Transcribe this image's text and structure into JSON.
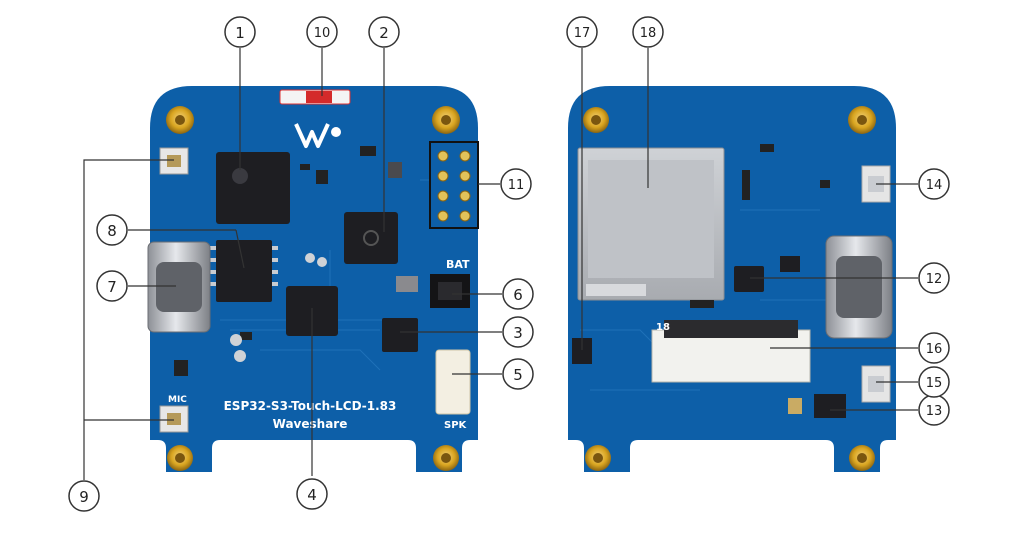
{
  "callouts": [
    {
      "id": "c1",
      "label": "1"
    },
    {
      "id": "c2",
      "label": "2"
    },
    {
      "id": "c3",
      "label": "3"
    },
    {
      "id": "c4",
      "label": "4"
    },
    {
      "id": "c5",
      "label": "5"
    },
    {
      "id": "c6",
      "label": "6"
    },
    {
      "id": "c7",
      "label": "7"
    },
    {
      "id": "c8",
      "label": "8"
    },
    {
      "id": "c9",
      "label": "9"
    },
    {
      "id": "c10",
      "label": "10"
    },
    {
      "id": "c11",
      "label": "11"
    },
    {
      "id": "c12",
      "label": "12"
    },
    {
      "id": "c13",
      "label": "13"
    },
    {
      "id": "c14",
      "label": "14"
    },
    {
      "id": "c15",
      "label": "15"
    },
    {
      "id": "c16",
      "label": "16"
    },
    {
      "id": "c17",
      "label": "17"
    },
    {
      "id": "c18",
      "label": "18"
    }
  ],
  "front_board": {
    "silkscreen_name": "ESP32-S3-Touch-LCD-1.83",
    "silkscreen_brand": "Waveshare",
    "bat_label": "BAT",
    "spk_label": "SPK",
    "mic_label": "MIC"
  },
  "back_board": {
    "pin_label": "18"
  },
  "colors": {
    "pcb_blue": "#0d5fa8",
    "pcb_blue_dark": "#0a4d8c",
    "copper_gold": "#d9a520",
    "chip_black": "#1e1e22",
    "usb_silver": "#b9bcc2",
    "leader_line": "#333333"
  }
}
